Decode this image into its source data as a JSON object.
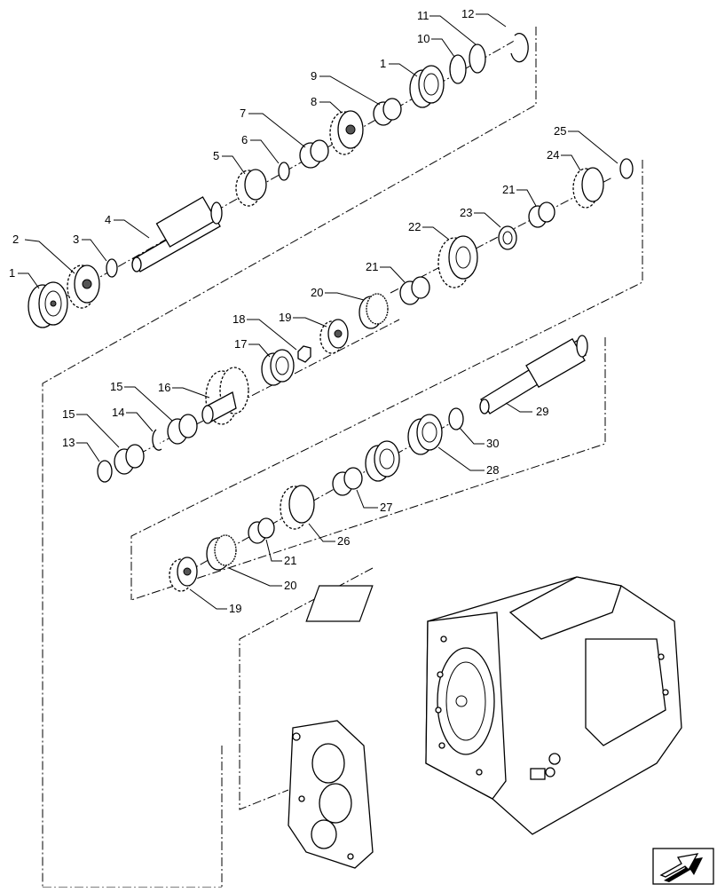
{
  "diagram": {
    "callouts": [
      {
        "id": "c1a",
        "label": "1"
      },
      {
        "id": "c2",
        "label": "2"
      },
      {
        "id": "c3",
        "label": "3"
      },
      {
        "id": "c4",
        "label": "4"
      },
      {
        "id": "c5",
        "label": "5"
      },
      {
        "id": "c6",
        "label": "6"
      },
      {
        "id": "c7",
        "label": "7"
      },
      {
        "id": "c8",
        "label": "8"
      },
      {
        "id": "c9",
        "label": "9"
      },
      {
        "id": "c1b",
        "label": "1"
      },
      {
        "id": "c10",
        "label": "10"
      },
      {
        "id": "c11",
        "label": "11"
      },
      {
        "id": "c12",
        "label": "12"
      },
      {
        "id": "c25",
        "label": "25"
      },
      {
        "id": "c24",
        "label": "24"
      },
      {
        "id": "c21a",
        "label": "21"
      },
      {
        "id": "c23",
        "label": "23"
      },
      {
        "id": "c22",
        "label": "22"
      },
      {
        "id": "c21b",
        "label": "21"
      },
      {
        "id": "c20a",
        "label": "20"
      },
      {
        "id": "c18",
        "label": "18"
      },
      {
        "id": "c19a",
        "label": "19"
      },
      {
        "id": "c17",
        "label": "17"
      },
      {
        "id": "c16",
        "label": "16"
      },
      {
        "id": "c15a",
        "label": "15"
      },
      {
        "id": "c15b",
        "label": "15"
      },
      {
        "id": "c14",
        "label": "14"
      },
      {
        "id": "c13",
        "label": "13"
      },
      {
        "id": "c29",
        "label": "29"
      },
      {
        "id": "c30",
        "label": "30"
      },
      {
        "id": "c28",
        "label": "28"
      },
      {
        "id": "c27",
        "label": "27"
      },
      {
        "id": "c26",
        "label": "26"
      },
      {
        "id": "c21c",
        "label": "21"
      },
      {
        "id": "c20b",
        "label": "20"
      },
      {
        "id": "c19b",
        "label": "19"
      }
    ],
    "nav_icon": "next-page-arrow-icon"
  }
}
